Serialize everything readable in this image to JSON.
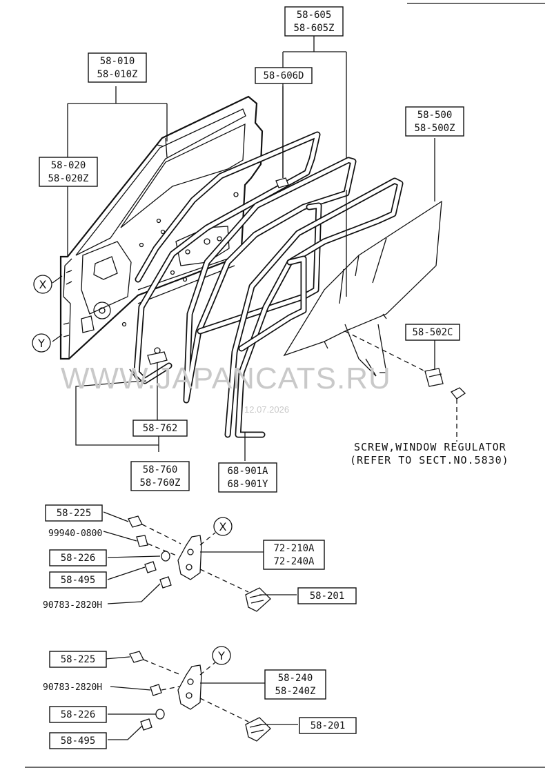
{
  "labels": {
    "l_58_605": [
      "58-605",
      "58-605Z"
    ],
    "l_58_010": [
      "58-010",
      "58-010Z"
    ],
    "l_58_606d": [
      "58-606D"
    ],
    "l_58_500": [
      "58-500",
      "58-500Z"
    ],
    "l_58_020": [
      "58-020",
      "58-020Z"
    ],
    "l_58_502c": [
      "58-502C"
    ],
    "l_58_762": [
      "58-762"
    ],
    "l_58_760": [
      "58-760",
      "58-760Z"
    ],
    "l_68_901": [
      "68-901A",
      "68-901Y"
    ],
    "l_58_225_a": [
      "58-225"
    ],
    "l_58_226_a": [
      "58-226"
    ],
    "l_58_495_a": [
      "58-495"
    ],
    "l_72_210": [
      "72-210A",
      "72-240A"
    ],
    "l_58_201_a": [
      "58-201"
    ],
    "l_58_225_b": [
      "58-225"
    ],
    "l_58_240": [
      "58-240",
      "58-240Z"
    ],
    "l_58_226_b": [
      "58-226"
    ],
    "l_58_495_b": [
      "58-495"
    ],
    "l_58_201_b": [
      "58-201"
    ]
  },
  "plain_labels": {
    "p_99940": "99940-0800",
    "p_90783_a": "90783-2820H",
    "p_90783_b": "90783-2820H"
  },
  "callouts": {
    "x": "X",
    "y": "Y"
  },
  "note": {
    "line1": "SCREW,WINDOW REGULATOR",
    "line2": "(REFER TO SECT.NO.5830)"
  },
  "watermark": {
    "text": "WWW.JAPANCATS.RU",
    "date": "12.07.2026"
  }
}
